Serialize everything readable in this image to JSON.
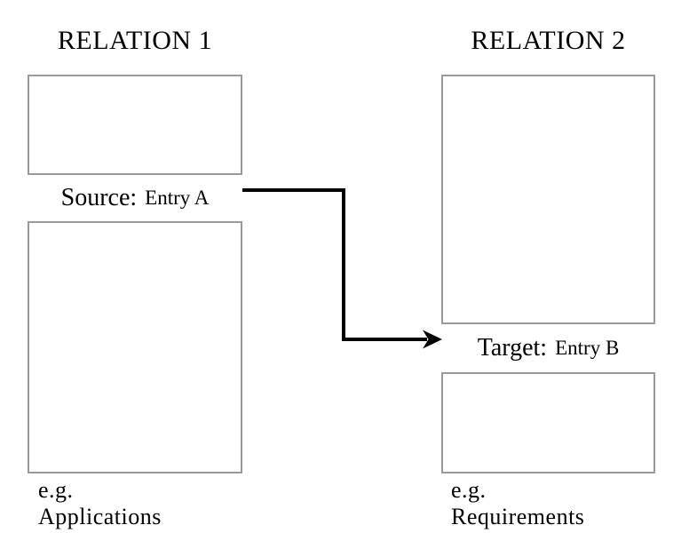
{
  "relations": [
    {
      "title": "RELATION 1",
      "entry_label": "Source:",
      "entry_value": "Entry A",
      "example_prefix": "e.g.",
      "example_name": "Applications"
    },
    {
      "title": "RELATION 2",
      "entry_label": "Target:",
      "entry_value": "Entry B",
      "example_prefix": "e.g.",
      "example_name": "Requirements"
    }
  ],
  "arrow": {
    "description": "elbow connector from source row to target row",
    "color": "#000000"
  },
  "colors": {
    "box_border": "#9a9a9a",
    "background": "#ffffff",
    "text": "#000000"
  }
}
